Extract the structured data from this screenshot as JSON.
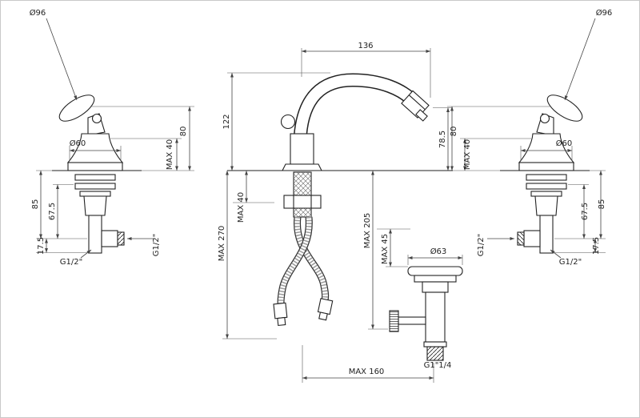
{
  "drawing": {
    "colors": {
      "outline": "#222222",
      "dimension": "#444444",
      "background": "#ffffff"
    }
  },
  "labels": {
    "left_handle": {
      "dia_96": "Ø96",
      "dia_60": "Ø60",
      "max_40": "MAX 40",
      "h_80": "80",
      "h_85": "85",
      "h_67_5": "67.5",
      "h_17_5": "17.5",
      "thread_bottom": "G1/2\"",
      "thread_side": "G1/2\""
    },
    "right_handle": {
      "dia_96": "Ø96",
      "dia_60": "Ø60",
      "max_40": "MAX 40",
      "h_80": "80",
      "h_85": "85",
      "h_67_5": "67.5",
      "h_17_5": "17.5",
      "thread_bottom": "G1/2\"",
      "thread_side": "G1/2\""
    },
    "spout": {
      "w_136": "136",
      "h_122": "122",
      "h_78_5": "78.5",
      "max_40": "MAX 40",
      "max_270": "MAX 270"
    },
    "drain": {
      "max_205": "MAX 205",
      "max_45": "MAX 45",
      "dia_63": "Ø63",
      "max_160": "MAX 160",
      "thread": "G1\"1/4"
    }
  }
}
